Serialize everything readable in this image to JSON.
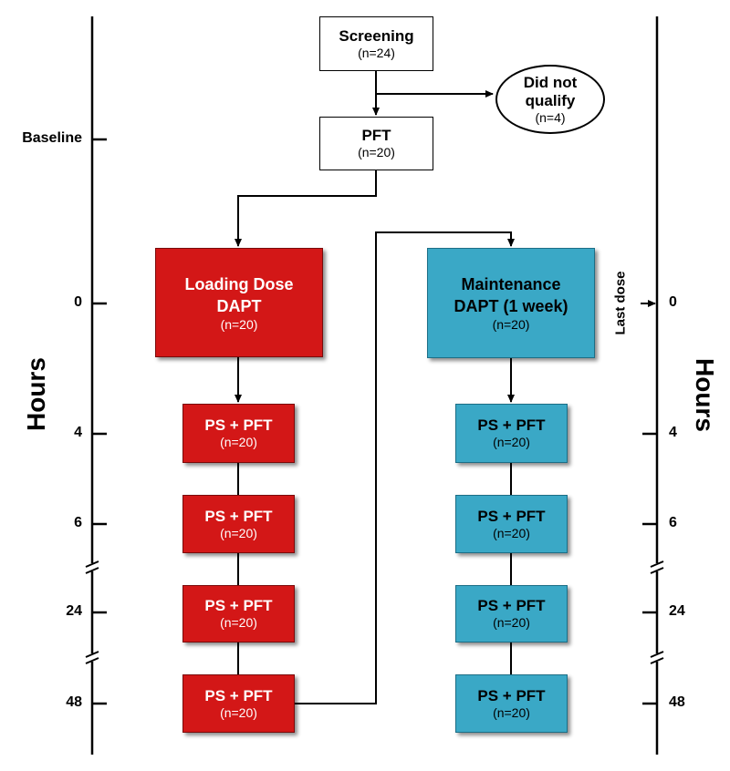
{
  "screening": {
    "label": "Screening",
    "n": "(n=24)"
  },
  "did_not_qualify": {
    "line1": "Did not",
    "line2": "qualify",
    "n": "(n=4)"
  },
  "pft": {
    "label": "PFT",
    "n": "(n=20)"
  },
  "loading": {
    "line1": "Loading Dose",
    "line2": "DAPT",
    "n": "(n=20)"
  },
  "maintenance": {
    "line1": "Maintenance",
    "line2": "DAPT (1 week)",
    "n": "(n=20)"
  },
  "left_column": [
    {
      "label": "PS + PFT",
      "n": "(n=20)"
    },
    {
      "label": "PS + PFT",
      "n": "(n=20)"
    },
    {
      "label": "PS + PFT",
      "n": "(n=20)"
    },
    {
      "label": "PS + PFT",
      "n": "(n=20)"
    }
  ],
  "right_column": [
    {
      "label": "PS + PFT",
      "n": "(n=20)"
    },
    {
      "label": "PS + PFT",
      "n": "(n=20)"
    },
    {
      "label": "PS + PFT",
      "n": "(n=20)"
    },
    {
      "label": "PS + PFT",
      "n": "(n=20)"
    }
  ],
  "left_axis": {
    "title": "Hours",
    "baseline": "Baseline",
    "ticks": [
      "0",
      "4",
      "6",
      "24",
      "48"
    ]
  },
  "right_axis": {
    "title": "Hours",
    "last_dose": "Last dose",
    "ticks": [
      "0",
      "4",
      "6",
      "24",
      "48"
    ]
  },
  "colors": {
    "loading": "#d31717",
    "maintenance": "#3aa8c6"
  }
}
